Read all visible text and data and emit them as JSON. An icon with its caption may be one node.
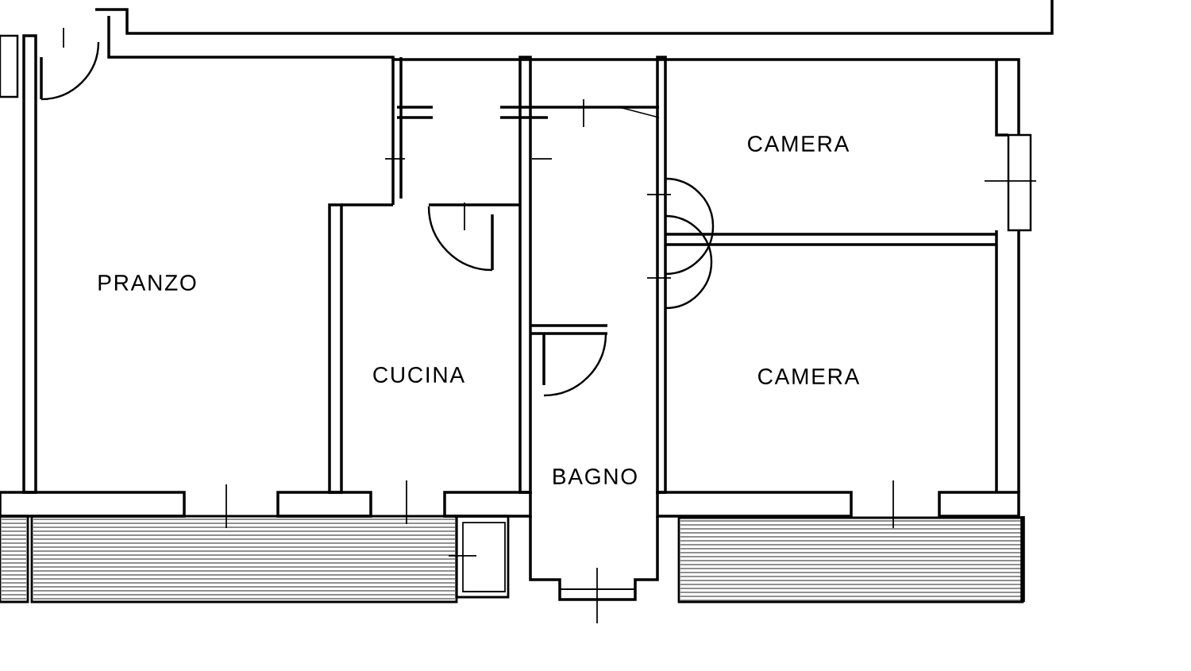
{
  "diagram": {
    "labels": [
      "CAMERA",
      "PRANZO",
      "CUCINA",
      "CAMERA",
      "BAGNO"
    ]
  }
}
